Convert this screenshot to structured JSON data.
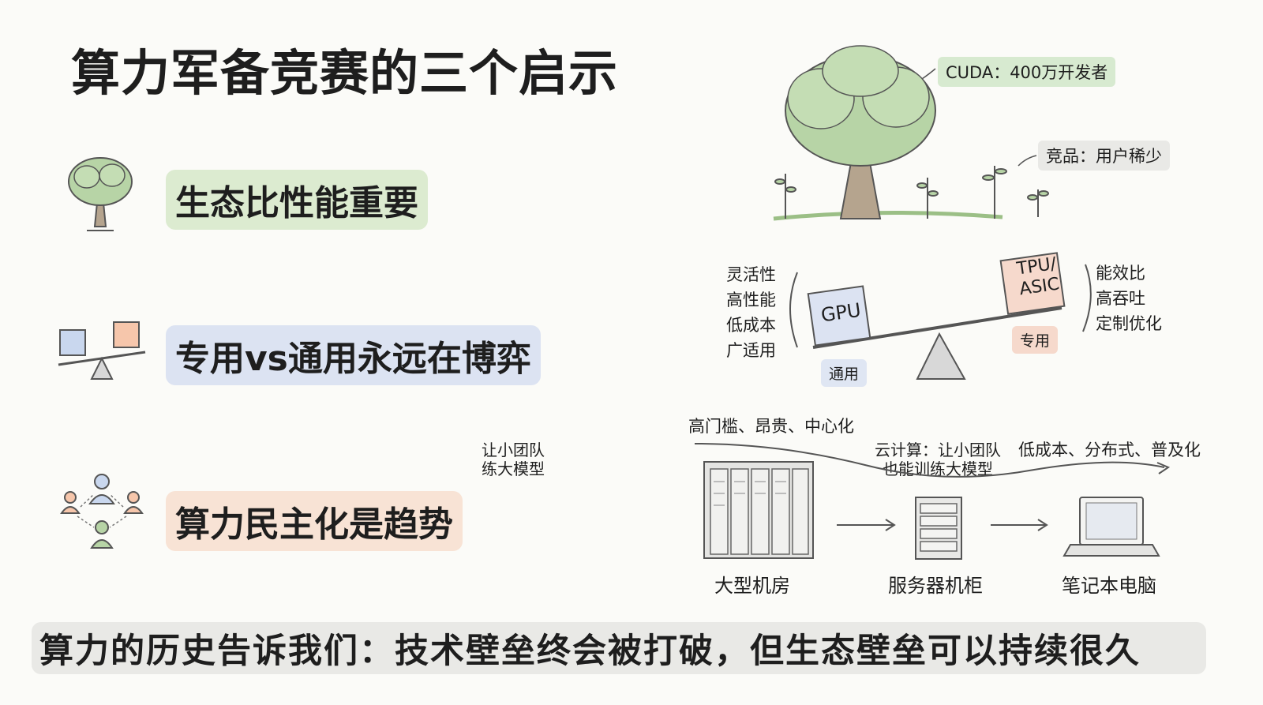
{
  "title": "算力军备竞赛的三个启示",
  "points": [
    {
      "label": "生态比性能重要",
      "icon": "tree-icon",
      "color": "#dcebd0"
    },
    {
      "label": "专用vs通用永远在博弈",
      "icon": "balance-scale-icon",
      "color": "#dce3f2"
    },
    {
      "label": "算力民主化是趋势",
      "icon": "people-network-icon",
      "color": "#f8e3d5"
    }
  ],
  "stray_note": {
    "line1": "让小团队",
    "line2": "练大模型"
  },
  "ecosystem": {
    "cuda_tag": "CUDA：400万开发者",
    "competitor_tag": "竞品：用户稀少"
  },
  "balance": {
    "gpu_label": "GPU",
    "tpu_label": "TPU/\nASIC",
    "general_tag": "通用",
    "special_tag": "专用",
    "left_traits": [
      "灵活性",
      "高性能",
      "低成本",
      "广适用"
    ],
    "right_traits": [
      "能效比",
      "高吞吐",
      "定制优化"
    ]
  },
  "evolution": {
    "top_left_label": "高门槛、昂贵、中心化",
    "cloud_label_line1": "云计算：让小团队",
    "cloud_label_line2": "也能训练大模型",
    "top_right_label": "低成本、分布式、普及化",
    "stages": [
      "大型机房",
      "服务器机柜",
      "笔记本电脑"
    ]
  },
  "footer": "算力的历史告诉我们：技术壁垒终会被打破，但生态壁垒可以持续很久"
}
